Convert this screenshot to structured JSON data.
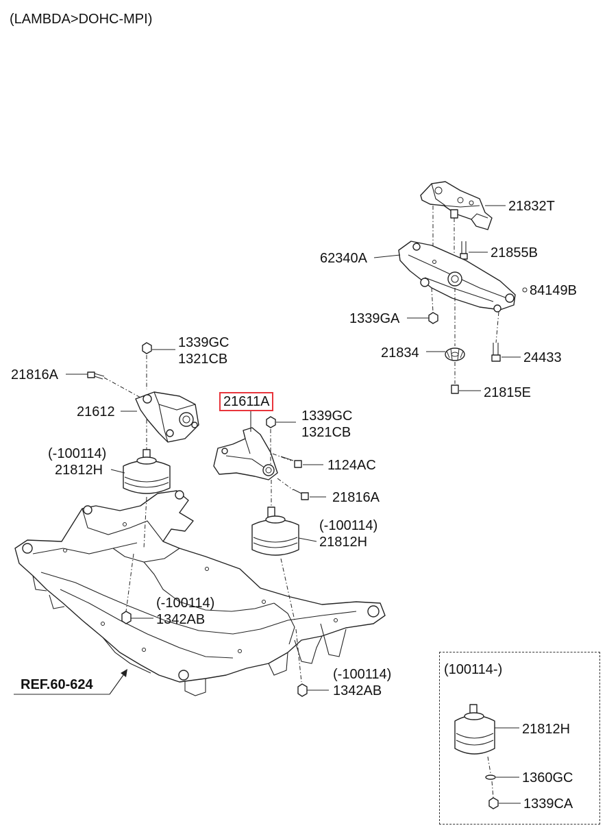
{
  "header": {
    "variant": "(LAMBDA>DOHC-MPI)"
  },
  "labels": {
    "p21832T": "21832T",
    "p21855B": "21855B",
    "p62340A": "62340A",
    "p84149B": "84149B",
    "p1339GA": "1339GA",
    "p21834": "21834",
    "p24433": "24433",
    "p21815E": "21815E",
    "p1339GC_a": "1339GC",
    "p1321CB_a": "1321CB",
    "p21816A_a": "21816A",
    "p21612": "21612",
    "p100114_a": "(-100114)",
    "p21812H_a": "21812H",
    "p21611A": "21611A",
    "p1339GC_b": "1339GC",
    "p1321CB_b": "1321CB",
    "p1124AC": "1124AC",
    "p21816A_b": "21816A",
    "p100114_b": "(-100114)",
    "p21812H_b": "21812H",
    "p100114_c": "(-100114)",
    "p1342AB_a": "1342AB",
    "ref": "REF.60-624",
    "p100114_d": "(-100114)",
    "p1342AB_b": "1342AB"
  },
  "inset": {
    "title": "(100114-)",
    "p21812H": "21812H",
    "p1360GC": "1360GC",
    "p1339CA": "1339CA"
  },
  "colors": {
    "highlight": "#e8343b",
    "line": "#222222"
  }
}
